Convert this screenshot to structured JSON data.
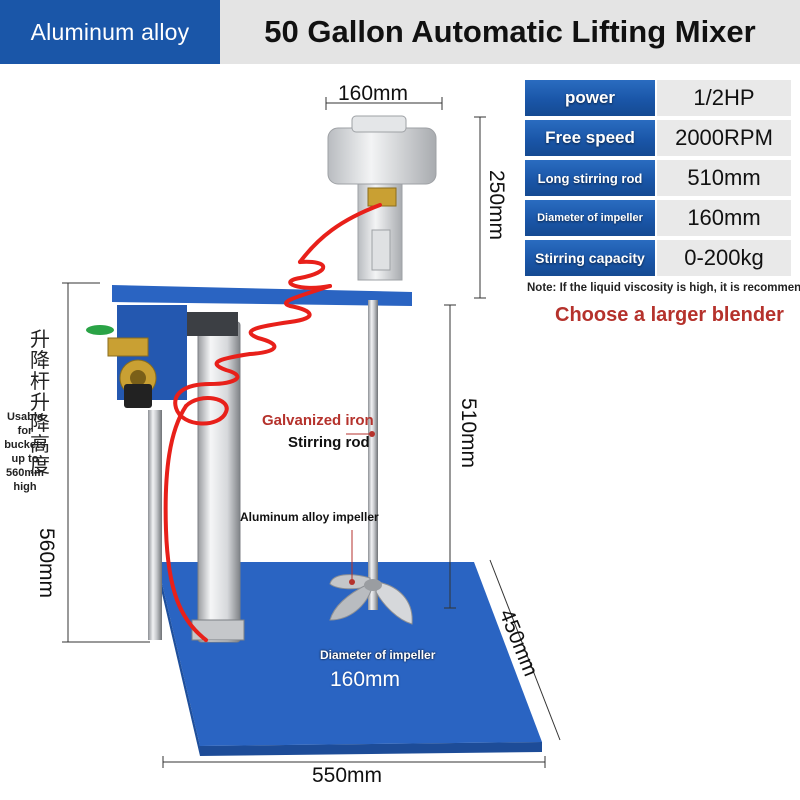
{
  "header": {
    "material": "Aluminum alloy",
    "title": "50 Gallon Automatic Lifting Mixer"
  },
  "specs": [
    {
      "label": "power",
      "value": "1/2HP"
    },
    {
      "label": "Free speed",
      "value": "2000RPM"
    },
    {
      "label": "Long stirring rod",
      "value": "510mm"
    },
    {
      "label": "Diameter of impeller",
      "value": "160mm"
    },
    {
      "label": "Stirring capacity",
      "value": "0-200kg"
    }
  ],
  "note": "Note: If the liquid viscosity is high, it is recommended",
  "recommendation": "Choose a larger blender",
  "dimensions": {
    "motor_width": "160mm",
    "motor_height": "250mm",
    "rod_length": "510mm",
    "lift_height": "560mm",
    "base_depth": "450mm",
    "base_width": "550mm",
    "impeller_diameter": "160mm"
  },
  "labels": {
    "galvanized": "Galvanized iron",
    "stirring_rod": "Stirring rod",
    "impeller": "Aluminum alloy impeller",
    "diameter": "Diameter of impeller",
    "bucket_note": "Usable for buckets up to 560mm high",
    "lift_chinese": "升降杆升降高度"
  },
  "colors": {
    "brand_blue": "#1a56a8",
    "base_blue": "#2a64c2",
    "hose_red": "#e8201a",
    "recommend_red": "#b5322c"
  }
}
